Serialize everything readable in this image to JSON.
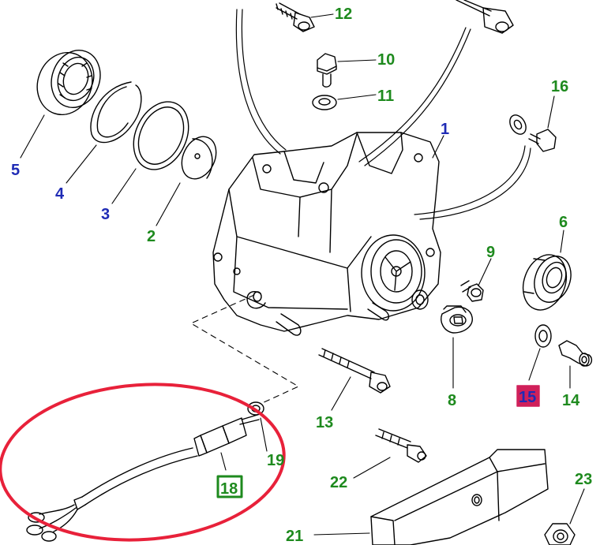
{
  "diagram": {
    "colors": {
      "blue_label": "#1f2bb5",
      "green_label": "#1e8a1e",
      "highlight_red": "#e8213a",
      "highlight_magenta_bg": "#d0205a",
      "highlight_green_box": "#1e8a1e",
      "line": "#000000"
    },
    "callouts": [
      {
        "id": "c1",
        "text": "1",
        "color": "blue"
      },
      {
        "id": "c2",
        "text": "2",
        "color": "green"
      },
      {
        "id": "c3",
        "text": "3",
        "color": "blue"
      },
      {
        "id": "c4",
        "text": "4",
        "color": "blue"
      },
      {
        "id": "c5",
        "text": "5",
        "color": "blue"
      },
      {
        "id": "c6",
        "text": "6",
        "color": "green"
      },
      {
        "id": "c8",
        "text": "8",
        "color": "green"
      },
      {
        "id": "c9",
        "text": "9",
        "color": "green"
      },
      {
        "id": "c10",
        "text": "10",
        "color": "green"
      },
      {
        "id": "c11",
        "text": "11",
        "color": "green"
      },
      {
        "id": "c12",
        "text": "12",
        "color": "green"
      },
      {
        "id": "c13",
        "text": "13",
        "color": "green"
      },
      {
        "id": "c14",
        "text": "14",
        "color": "green"
      },
      {
        "id": "c15",
        "text": "15",
        "color": "blue",
        "highlight": "magenta-box"
      },
      {
        "id": "c16",
        "text": "16",
        "color": "green"
      },
      {
        "id": "c18",
        "text": "18",
        "color": "green",
        "highlight": "green-box"
      },
      {
        "id": "c19",
        "text": "19",
        "color": "green"
      },
      {
        "id": "c21",
        "text": "21",
        "color": "green"
      },
      {
        "id": "c22",
        "text": "22",
        "color": "green"
      },
      {
        "id": "c23",
        "text": "23",
        "color": "green"
      }
    ],
    "annotation": {
      "shape": "ellipse",
      "color": "red",
      "encircles": "18"
    }
  }
}
